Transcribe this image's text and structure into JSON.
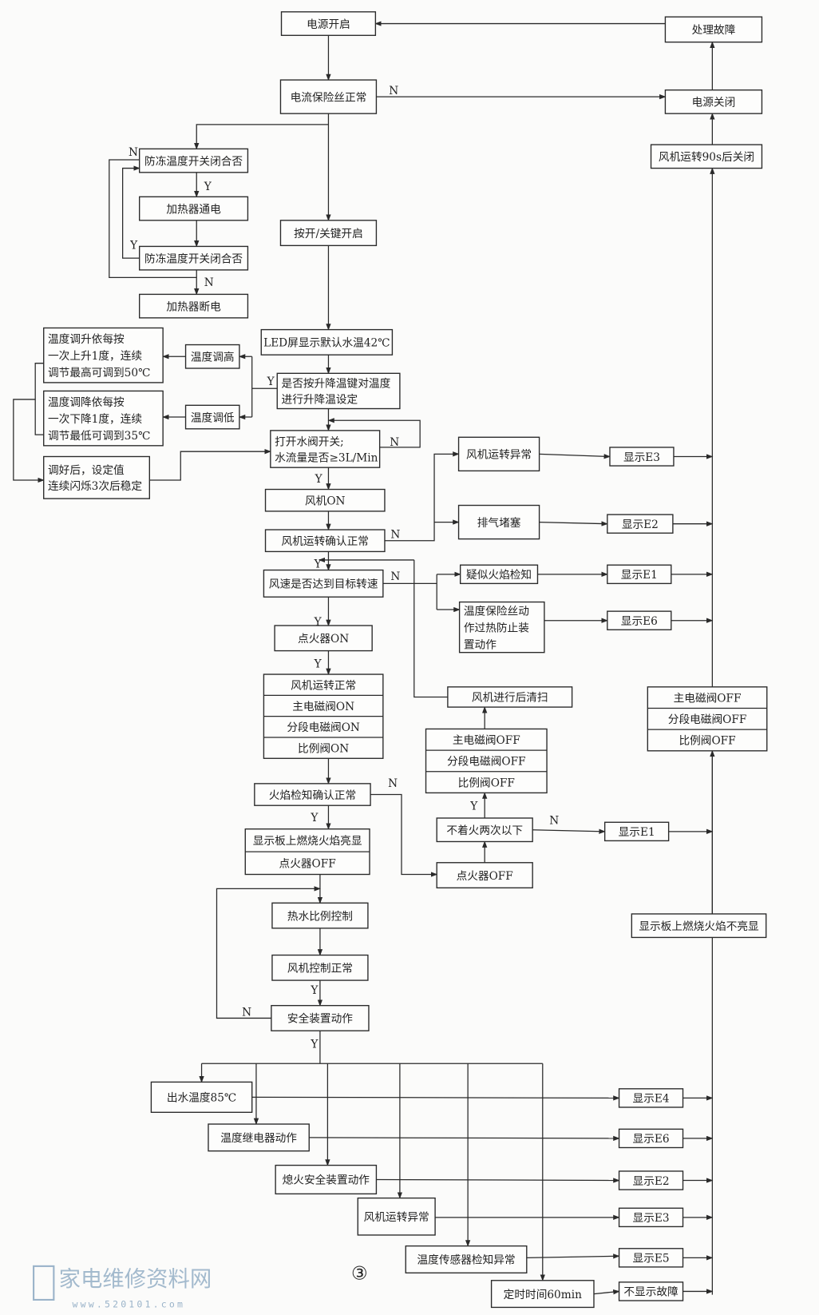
{
  "nodes": {
    "power_on": [
      "电源开启"
    ],
    "fault_handle": [
      "处理故障"
    ],
    "current_fuse": [
      "电流保险丝正常"
    ],
    "power_off": [
      "电源关闭"
    ],
    "fan90": [
      "风机运转90s后关闭"
    ],
    "antifreeze1": [
      "防冻温度开关闭合否"
    ],
    "heater_on": [
      "加热器通电"
    ],
    "antifreeze2": [
      "防冻温度开关闭合否"
    ],
    "heater_off": [
      "加热器断电"
    ],
    "key_on": [
      "按开/关键开启"
    ],
    "led": [
      "LED屏显示默认水温42℃"
    ],
    "temp_set": [
      "是否按升降温键对温度",
      "进行升降温设定"
    ],
    "temp_up": [
      "温度调高"
    ],
    "temp_down": [
      "温度调低"
    ],
    "up_desc": [
      "温度调升依每按",
      "一次上升1度，连续",
      "调节最高可调到50℃"
    ],
    "down_desc": [
      "温度调降依每按",
      "一次下降1度，连续",
      "调节最低可调到35℃"
    ],
    "adjusted": [
      "调好后，设定值",
      "连续闪烁3次后稳定"
    ],
    "water": [
      "打开水阀开关;",
      "水流量是否≥3L/Min"
    ],
    "fan_on": [
      "风机ON"
    ],
    "fan_confirm": [
      "风机运转确认正常"
    ],
    "fan_abn": [
      "风机运转异常"
    ],
    "exhaust": [
      "排气堵塞"
    ],
    "e3a": [
      "显示E3"
    ],
    "e2a": [
      "显示E2"
    ],
    "speed": [
      "风速是否达到目标转速"
    ],
    "flame_sus": [
      "疑似火焰检知"
    ],
    "fuse_temp": [
      "温度保险丝动",
      "作过热防止装",
      "置动作"
    ],
    "e1a": [
      "显示E1"
    ],
    "e6a": [
      "显示E6"
    ],
    "igniter_on": [
      "点火器ON"
    ],
    "stack1": [
      "风机运转正常",
      "主电磁阀ON",
      "分段电磁阀ON",
      "比例阀ON"
    ],
    "post_purge": [
      "风机进行后清扫"
    ],
    "off_mid": [
      "主电磁阀OFF",
      "分段电磁阀OFF",
      "比例阀OFF"
    ],
    "off_right": [
      "主电磁阀OFF",
      "分段电磁阀OFF",
      "比例阀OFF"
    ],
    "flame_confirm": [
      "火焰检知确认正常"
    ],
    "no_ignite": [
      "不着火两次以下"
    ],
    "e1b": [
      "显示E1"
    ],
    "display_flame": [
      "显示板上燃烧火焰亮显",
      "点火器OFF"
    ],
    "igniter_off": [
      "点火器OFF"
    ],
    "flame_not": [
      "显示板上燃烧火焰不亮显"
    ],
    "hot_ratio": [
      "热水比例控制"
    ],
    "fan_ctrl": [
      "风机控制正常"
    ],
    "safety": [
      "安全装置动作"
    ],
    "out85": [
      "出水温度85℃"
    ],
    "relay": [
      "温度继电器动作"
    ],
    "flameout": [
      "熄火安全装置动作"
    ],
    "fan_abn2": [
      "风机运转异常"
    ],
    "sensor": [
      "温度传感器检知异常"
    ],
    "timer": [
      "定时时间60min"
    ],
    "e4": [
      "显示E4"
    ],
    "e6b": [
      "显示E6"
    ],
    "e2b": [
      "显示E2"
    ],
    "e3b": [
      "显示E3"
    ],
    "e5": [
      "显示E5"
    ],
    "nofault": [
      "不显示故障"
    ]
  },
  "labels": {
    "yes": "Y",
    "no": "N"
  },
  "figure_number": "③",
  "watermark": {
    "logo": "家电维修资料网",
    "url": "www.520101.com"
  }
}
